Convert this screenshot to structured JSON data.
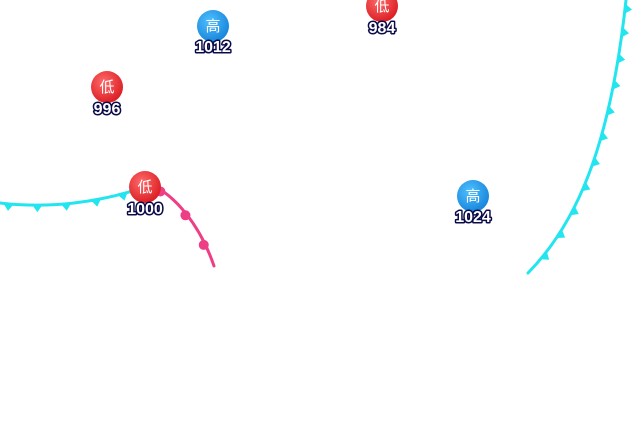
{
  "colors": {
    "cold_front": "#22e5f0",
    "warm_front": "#ee3e86",
    "low_center": "#e8222b",
    "high_center": "#1f97ea",
    "label_outline": "#0b0b4a"
  },
  "fronts": [
    {
      "type": "cold-front",
      "name": "cold-front-west"
    },
    {
      "type": "warm-front",
      "name": "warm-front"
    },
    {
      "type": "cold-front",
      "name": "cold-front-east"
    }
  ],
  "centers": [
    {
      "name": "low-center-984",
      "kind": "low",
      "symbol": "低",
      "pressure": "984"
    },
    {
      "name": "high-center-1012",
      "kind": "high",
      "symbol": "高",
      "pressure": "1012"
    },
    {
      "name": "low-center-996",
      "kind": "low",
      "symbol": "低",
      "pressure": "996"
    },
    {
      "name": "low-center-1000",
      "kind": "low",
      "symbol": "低",
      "pressure": "1000"
    },
    {
      "name": "high-center-1024",
      "kind": "high",
      "symbol": "高",
      "pressure": "1024"
    }
  ]
}
